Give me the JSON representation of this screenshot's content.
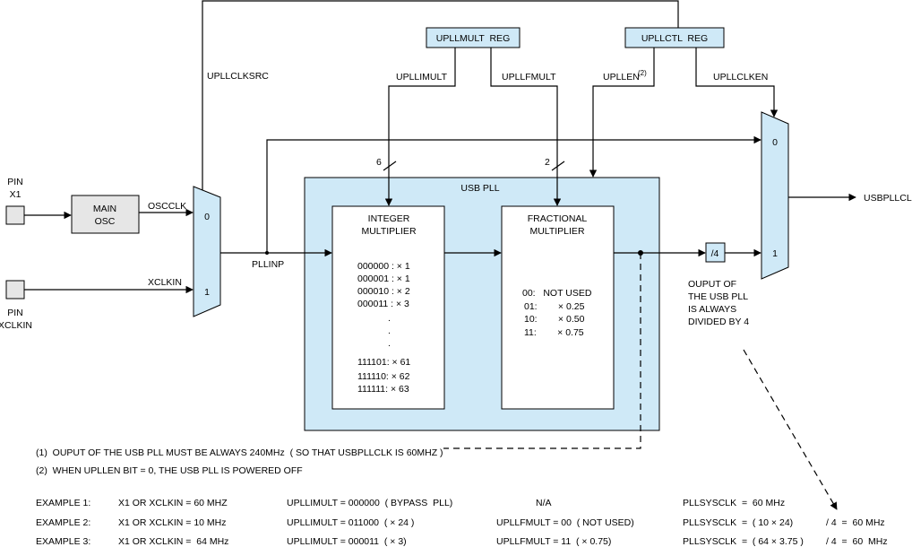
{
  "pins": {
    "x1": [
      "PIN",
      "X1"
    ],
    "xclkin": [
      "PIN",
      "XCLKIN"
    ]
  },
  "main_osc": [
    "MAIN",
    "OSC"
  ],
  "signals": {
    "oscclk": "OSCCLK",
    "xclkin": "XCLKIN",
    "upllclksrc": "UPLLCLKSRC",
    "pllinp": "PLLINP",
    "upllimult": "UPLLIMULT",
    "upllfmult": "UPLLFMULT",
    "upllen": "UPLLEN",
    "upllen_note": "(2)",
    "upllclken": "UPLLCLKEN",
    "usbpllclk": "USBPLLCLK"
  },
  "registers": {
    "upllmult": "UPLLMULT  REG",
    "upllctl": "UPLLCTL  REG"
  },
  "bus_widths": {
    "imult": "6",
    "fmult": "2"
  },
  "mux_inputs": {
    "left": [
      "0",
      "1"
    ],
    "right": [
      "0",
      "1"
    ]
  },
  "usb_pll": {
    "title": "USB PLL",
    "integer": {
      "title": [
        "INTEGER",
        "MULTIPLIER"
      ],
      "rows": [
        "000000 :  × 1",
        "000001 :  × 1",
        "000010 :  × 2",
        "000011 :  × 3"
      ],
      "dots": [
        ".",
        ".",
        "."
      ],
      "tail_rows": [
        "111101:  × 61",
        "111110:  × 62",
        "111111:  × 63"
      ]
    },
    "fractional": {
      "title": [
        "FRACTIONAL",
        "MULTIPLIER"
      ],
      "rows": [
        "00:   NOT USED",
        "01:        × 0.25",
        "10:        × 0.50",
        "11:        × 0.75"
      ]
    }
  },
  "divider": "/4",
  "divider_note": [
    "OUPUT OF",
    "THE USB PLL",
    "IS ALWAYS",
    "DIVIDED BY 4"
  ],
  "notes": [
    "(1)  OUPUT OF THE USB PLL MUST BE ALWAYS 240MHz  ( SO THAT USBPLLCLK IS 60MHZ )",
    "(2)  WHEN UPLLEN BIT = 0, THE USB PLL IS POWERED OFF"
  ],
  "examples": [
    {
      "name": "EXAMPLE 1:",
      "clk": "X1 OR XCLKIN = 60 MHZ",
      "imult": "UPLLIMULT = 000000  ( BYPASS  PLL)",
      "fmult": "N/A",
      "sysclk": "PLLSYSCLK  =  60 MHz",
      "div": ""
    },
    {
      "name": "EXAMPLE 2:",
      "clk": "X1 OR XCLKIN = 10 MHz",
      "imult": "UPLLIMULT = 011000  ( × 24 )",
      "fmult": "UPLLFMULT = 00  ( NOT USED)",
      "sysclk": "PLLSYSCLK  =  ( 10 × 24)",
      "div": "/ 4  =  60 MHz"
    },
    {
      "name": "EXAMPLE 3:",
      "clk": "X1 OR XCLKIN =  64 MHz",
      "imult": "UPLLIMULT = 000011  ( × 3)",
      "fmult": "UPLLFMULT = 11  ( × 0.75)",
      "sysclk": "PLLSYSCLK  =  ( 64 × 3.75 )",
      "div": "/ 4  =  60  MHz"
    }
  ],
  "colors": {
    "block_fill": "#cfe9f7",
    "box_gray": "#e6e6e6",
    "line": "#000000"
  }
}
